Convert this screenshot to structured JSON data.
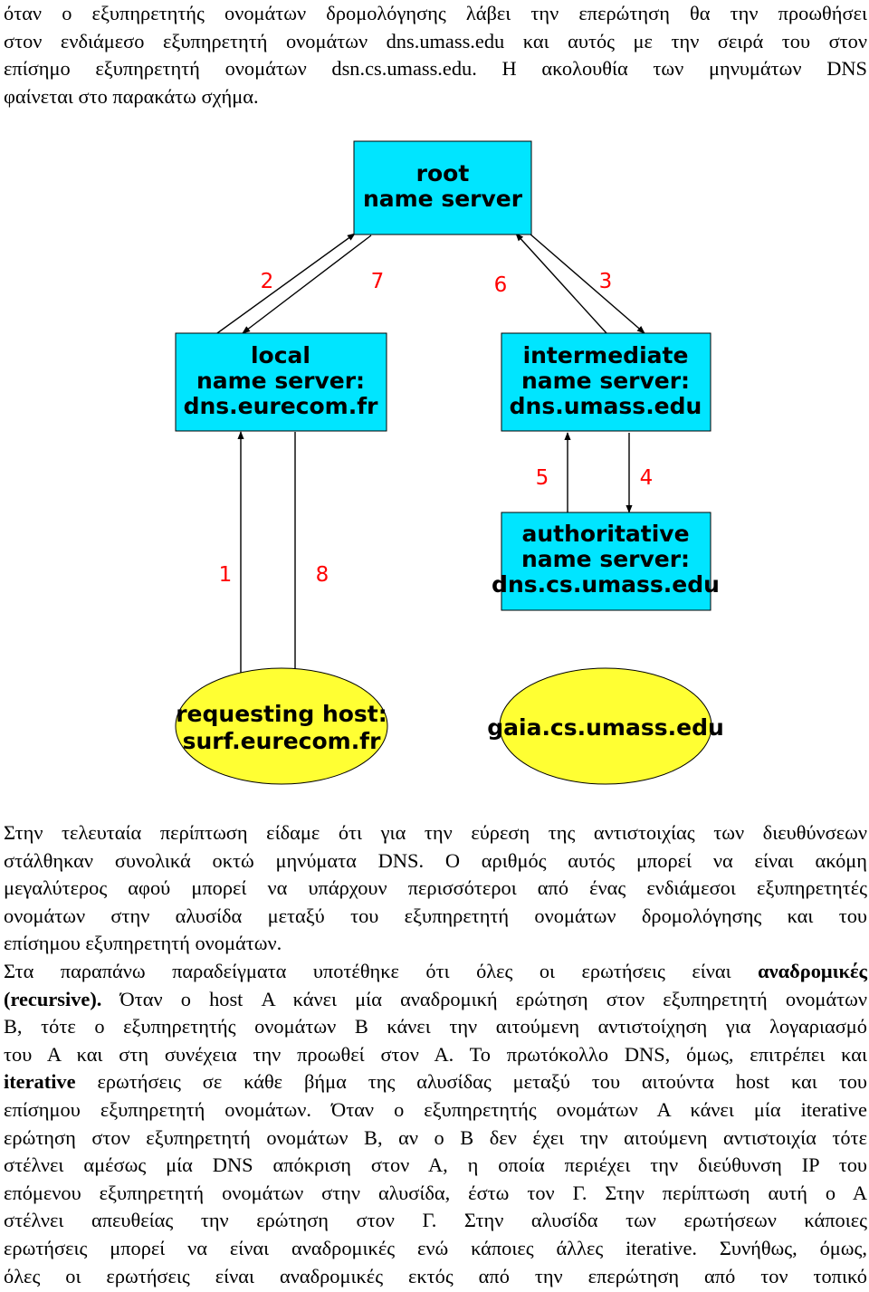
{
  "intro_lines": [
    "όταν ο εξυπηρετητής ονομάτων δρομολόγησης λάβει την επερώτηση θα την προωθήσει",
    "στον ενδιάμεσο εξυπηρετητή ονομάτων dns.umass.edu και αυτός με την σειρά του στον",
    "επίσημο εξυπηρετητή ονομάτων dsn.cs.umass.edu. Η ακολουθία των μηνυμάτων DNS",
    "φαίνεται στο παρακάτω σχήμα."
  ],
  "diagram": {
    "colors": {
      "server": "#00e5ff",
      "host": "#ffff33",
      "number": "#ff0000"
    },
    "root": {
      "line1": "root",
      "line2": "name server"
    },
    "local": {
      "line1": "local",
      "line2": "name server:",
      "line3": "dns.eurecom.fr"
    },
    "intermediate": {
      "line1": "intermediate",
      "line2": "name server:",
      "line3": "dns.umass.edu"
    },
    "authoritative": {
      "line1": "authoritative",
      "line2": "name server:",
      "line3": "dns.cs.umass.edu"
    },
    "requesting": {
      "line1": "requesting host:",
      "line2": "surf.eurecom.fr"
    },
    "gaia": {
      "line1": "gaia.cs.umass.edu"
    },
    "steps": {
      "s1": "1",
      "s2": "2",
      "s3": "3",
      "s4": "4",
      "s5": "5",
      "s6": "6",
      "s7": "7",
      "s8": "8"
    }
  },
  "body_lines": [
    "Στην τελευταία περίπτωση είδαμε ότι για την εύρεση της αντιστοιχίας των διευθύνσεων",
    "στάλθηκαν συνολικά οκτώ μηνύματα DNS. Ο αριθμός αυτός μπορεί να είναι ακόμη",
    "μεγαλύτερος αφού μπορεί να υπάρχουν περισσότεροι από ένας ενδιάμεσοι εξυπηρετητές",
    "ονομάτων στην αλυσίδα μεταξύ του εξυπηρετητή ονομάτων δρομολόγησης και του",
    "επίσημου εξυπηρετητή ονομάτων."
  ],
  "recursive": {
    "l1_text": "Στα παραπάνω παραδείγματα υποτέθηκε ότι όλες οι ερωτήσεις είναι ",
    "l1_bold": "αναδρομικές",
    "l2_bold": "(recursive).",
    "l2_text": " Όταν ο host Α κάνει μία αναδρομική ερώτηση στον εξυπηρετητή ονομάτων",
    "l3": "Β, τότε ο εξυπηρετητής ονομάτων Β κάνει την αιτούμενη αντιστοίχηση για λογαριασμό",
    "l4": "του Α και στη συνέχεια την προωθεί στον Α. Το πρωτόκολλο DNS, όμως, επιτρέπει και",
    "l5_bold": "iterative",
    "l5_text": " ερωτήσεις σε κάθε βήμα της αλυσίδας μεταξύ του αιτούντα host και του",
    "l6": "επίσημου εξυπηρετητή ονομάτων. Όταν ο εξυπηρετητής ονομάτων Α κάνει μία iterative",
    "l7": "ερώτηση στον εξυπηρετητή ονομάτων Β, αν ο Β δεν έχει την αιτούμενη αντιστοιχία τότε",
    "l8": "στέλνει αμέσως μία DNS απόκριση στον Α, η οποία περιέχει την διεύθυνση IP του",
    "l9": "επόμενου εξυπηρετητή ονομάτων στην αλυσίδα, έστω τον Γ. Στην περίπτωση αυτή ο Α",
    "l10": "στέλνει απευθείας την ερώτηση στον Γ. Στην αλυσίδα των ερωτήσεων κάποιες",
    "l11": "ερωτήσεις μπορεί να είναι αναδρομικές ενώ κάποιες άλλες iterative. Συνήθως, όμως,",
    "l12": "όλες οι ερωτήσεις είναι αναδρομικές εκτός από την επερώτηση από τον τοπικό"
  }
}
